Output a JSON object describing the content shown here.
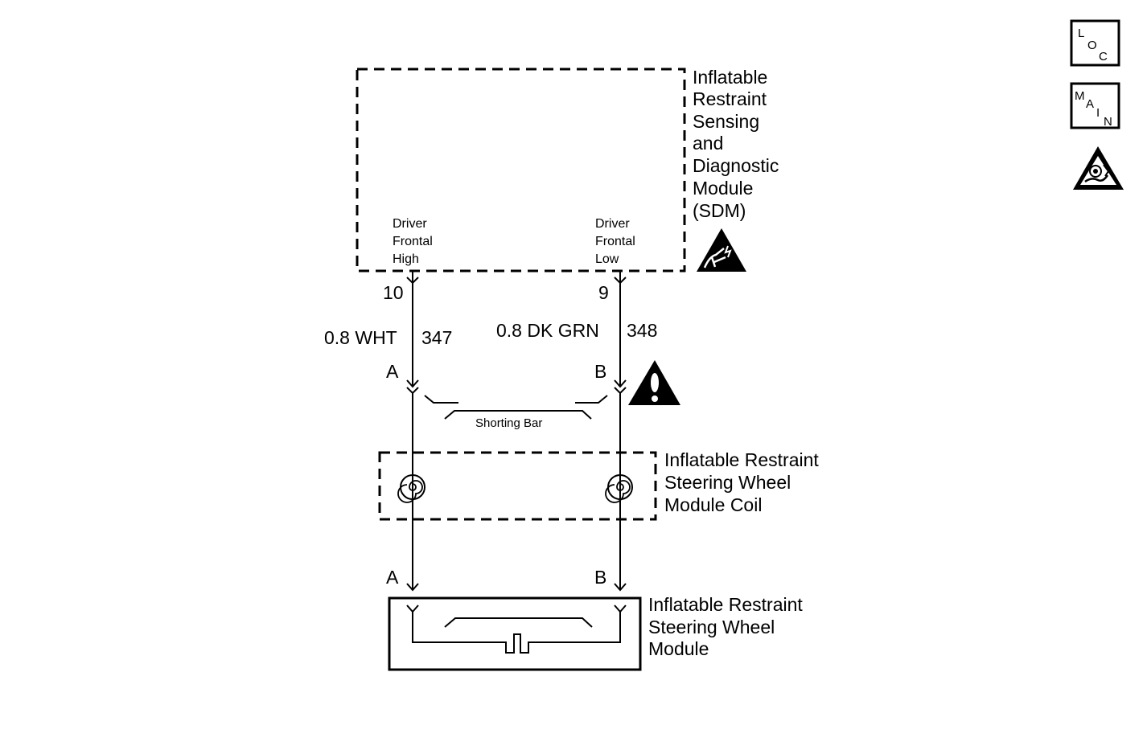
{
  "nav_icons": {
    "loc": {
      "letters": [
        "L",
        "O",
        "C"
      ]
    },
    "main": {
      "letters": [
        "M",
        "A",
        "I",
        "N"
      ]
    }
  },
  "sdm": {
    "label_lines": [
      "Inflatable",
      "Restraint",
      "Sensing",
      "and",
      "Diagnostic",
      "Module",
      "(SDM)"
    ],
    "left_pin_label": [
      "Driver",
      "Frontal",
      "High"
    ],
    "right_pin_label": [
      "Driver",
      "Frontal",
      "Low"
    ]
  },
  "pins": {
    "left_pin_number": "10",
    "right_pin_number": "9"
  },
  "wires": {
    "left": {
      "color": "0.8 WHT",
      "circuit": "347"
    },
    "right": {
      "color": "0.8 DK GRN",
      "circuit": "348"
    }
  },
  "connectors": {
    "upper_left": "A",
    "upper_right": "B",
    "lower_left": "A",
    "lower_right": "B"
  },
  "shorting_bar": "Shorting Bar",
  "coil": {
    "label_lines": [
      "Inflatable Restraint",
      "Steering Wheel",
      "Module Coil"
    ]
  },
  "module": {
    "label_lines": [
      "Inflatable Restraint",
      "Steering Wheel",
      "Module"
    ]
  },
  "icons": [
    "loc-icon",
    "main-icon",
    "airbag-icon",
    "esd-icon",
    "warning-icon",
    "coil-icon"
  ]
}
